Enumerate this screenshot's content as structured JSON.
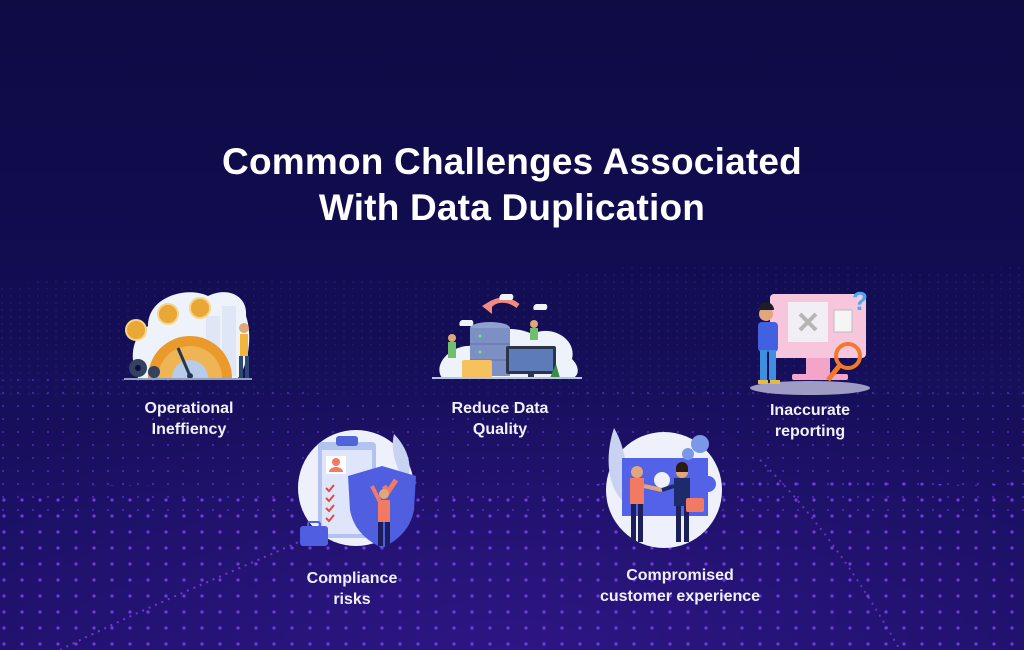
{
  "page": {
    "title_lines": [
      "Common Challenges Associated",
      "With Data Duplication"
    ],
    "colors": {
      "background_top": "#0e0b45",
      "background_bottom": "#1c1068",
      "dot_accent": "#7b3fe4",
      "text": "#ffffff"
    }
  },
  "challenges": [
    {
      "id": "operational",
      "label_lines": [
        "Operational",
        "Ineffiency"
      ],
      "icon": "speedometer-gauge-illustration"
    },
    {
      "id": "quality",
      "label_lines": [
        "Reduce Data",
        "Quality"
      ],
      "icon": "database-monitor-illustration"
    },
    {
      "id": "reporting",
      "label_lines": [
        "Inaccurate",
        "reporting"
      ],
      "icon": "confused-person-monitor-illustration"
    },
    {
      "id": "compliance",
      "label_lines": [
        "Compliance",
        "risks"
      ],
      "icon": "clipboard-shield-illustration"
    },
    {
      "id": "customer",
      "label_lines": [
        "Compromised",
        "customer experience"
      ],
      "icon": "puzzle-handshake-illustration"
    }
  ]
}
